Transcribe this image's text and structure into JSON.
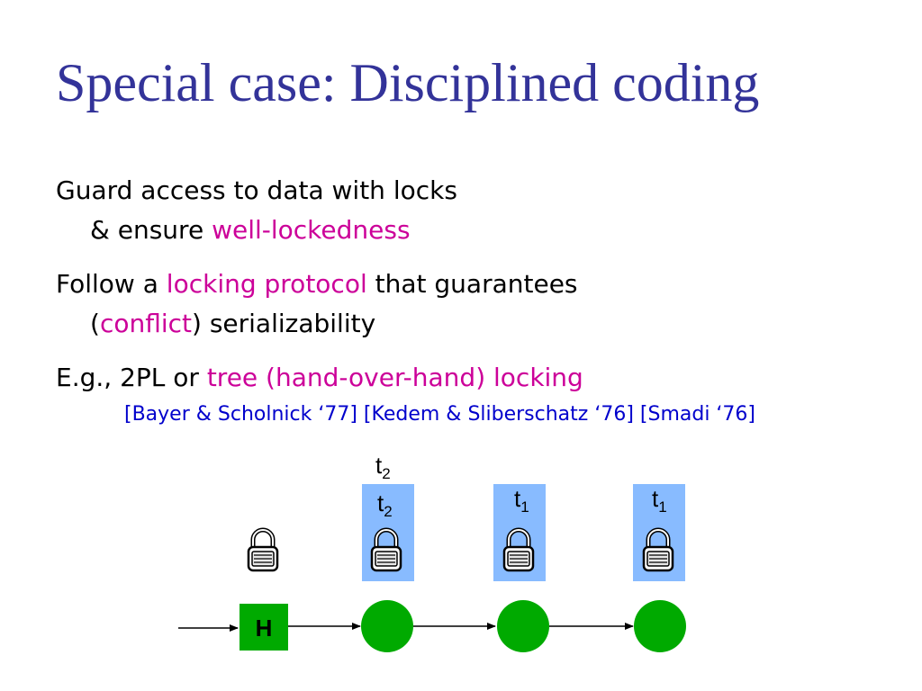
{
  "slide": {
    "title": "Special case: Disciplined coding",
    "bullets": [
      {
        "line1": "Guard access to data with locks",
        "line2_prefix": "& ensure ",
        "line2_highlight": "well-lockedness"
      },
      {
        "line1_prefix": "Follow a ",
        "line1_highlight": "locking protocol",
        "line1_suffix": " that guarantees",
        "line2_open": "(",
        "line2_highlight": "conflict",
        "line2_suffix": ") serializability"
      },
      {
        "line1_prefix": "E.g., 2PL or ",
        "line1_highlight": "tree (hand-over-hand) locking",
        "reference": "[Bayer & Scholnick ‘77] [Kedem & Sliberschatz ‘76] [Smadi ‘76]"
      }
    ]
  },
  "diagram": {
    "head_label": "H",
    "thread_labels": [
      {
        "base": "t",
        "sub": "2"
      },
      {
        "base": "t",
        "sub": "2"
      },
      {
        "base": "t",
        "sub": "1"
      },
      {
        "base": "t",
        "sub": "1"
      }
    ],
    "lock_icon": "padlock-icon",
    "colors": {
      "title": "#333399",
      "highlight": "#cc0099",
      "reference": "#0000cc",
      "node": "#00aa00",
      "lock_box": "#88bbff"
    }
  }
}
